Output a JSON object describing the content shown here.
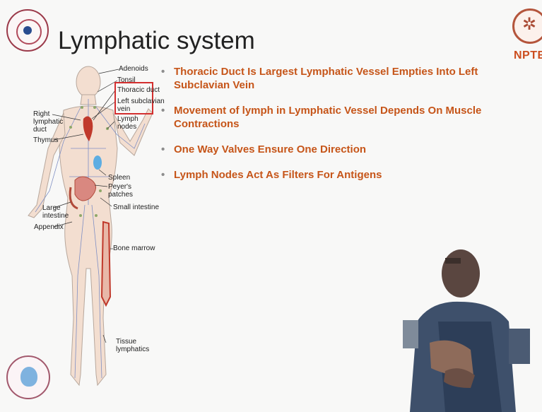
{
  "title": "Lymphatic system",
  "brand": "NPTEL",
  "anatomy_labels": {
    "adenoids": "Adenoids",
    "tonsil": "Tonsil",
    "thoracic_duct": "Thoracic duct",
    "left_subclavian_vein": "Left subclavian\nvein",
    "lymph_nodes": "Lymph\nnodes",
    "right_lymphatic_duct": "Right\nlymphatic\nduct",
    "thymus": "Thymus",
    "spleen": "Spleen",
    "peyers_patches": "Peyer's\npatches",
    "small_intestine": "Small intestine",
    "large_intestine": "Large\nintestine",
    "appendix": "Appendix",
    "bone_marrow": "Bone marrow",
    "tissue_lymphatics": "Tissue\nlymphatics"
  },
  "bullets": [
    "Thoracic Duct Is Largest Lymphatic Vessel Empties Into Left Subclavian Vein",
    "Movement of lymph in Lymphatic Vessel Depends On Muscle Contractions",
    "One Way Valves Ensure One Direction",
    "Lymph Nodes Act As Filters For Antigens"
  ],
  "colors": {
    "bullet_text": "#c65519",
    "brand": "#cc4e1f",
    "highlight_box": "#d32f2f"
  }
}
